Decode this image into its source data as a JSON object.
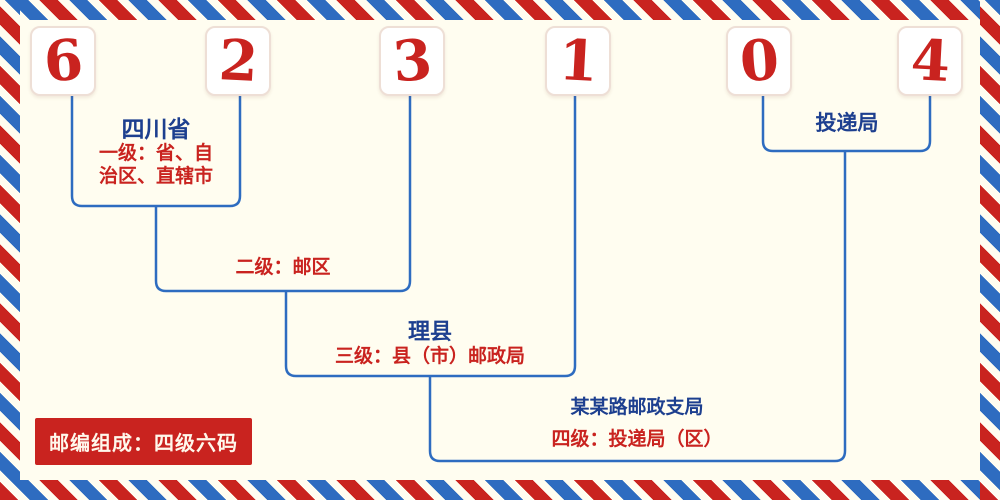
{
  "postal_code": {
    "digits": [
      "6",
      "2",
      "3",
      "1",
      "0",
      "4"
    ]
  },
  "annotations": {
    "level1": {
      "name": "四川省",
      "desc": "一级：省、自\n治区、直辖市"
    },
    "level2": {
      "desc": "二级：邮区"
    },
    "level3": {
      "name": "理县",
      "desc": "三级：县（市）邮政局"
    },
    "delivery": {
      "name": "投递局"
    },
    "level4": {
      "name": "某某路邮政支局",
      "desc": "四级：投递局（区）"
    }
  },
  "footer": {
    "note": "邮编组成：四级六码"
  },
  "colors": {
    "red": "#c9231f",
    "blue": "#2e6cc0",
    "navy": "#1d3f8f",
    "bg": "#fffdf0"
  }
}
